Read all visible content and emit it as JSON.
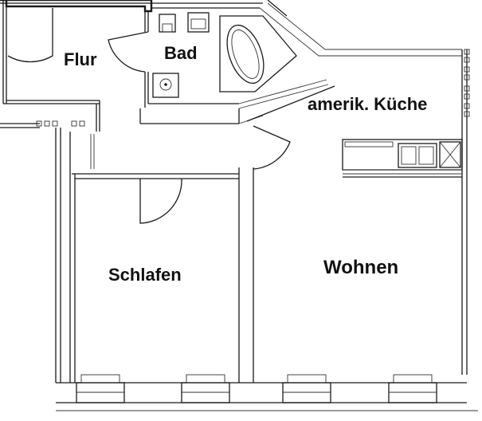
{
  "rooms": {
    "flur": "Flur",
    "bad": "Bad",
    "kueche": "amerik. Küche",
    "schlafen": "Schlafen",
    "wohnen": "Wohnen"
  },
  "colors": {
    "ink": "#1a1a1a",
    "paper": "#ffffff"
  }
}
